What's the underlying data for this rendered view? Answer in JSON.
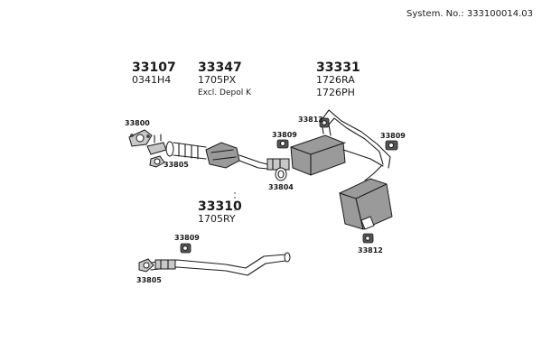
{
  "system_number": "System. No.: 333100014.03",
  "groups": [
    {
      "number": "33107",
      "code": "0341H4"
    },
    {
      "number": "33347",
      "code": "1705PX",
      "note": "Excl. Depol K"
    },
    {
      "number": "33331",
      "code": "1726RA",
      "code2": "1726PH"
    },
    {
      "number": "33310",
      "code": "1705RY"
    }
  ],
  "parts": {
    "p33800": "33800",
    "p33805a": "33805",
    "p33809a": "33809",
    "p33812a": "33812",
    "p33809b": "33809",
    "p33804": "33804",
    "p33812b": "33812",
    "p33809c": "33809",
    "p33805b": "33805"
  }
}
